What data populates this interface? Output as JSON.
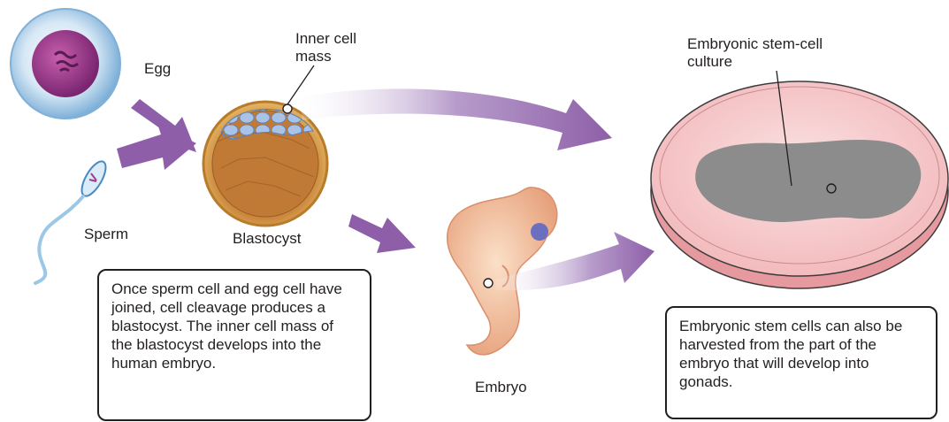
{
  "labels": {
    "egg": "Egg",
    "sperm": "Sperm",
    "blastocyst": "Blastocyst",
    "inner_cell_mass": "Inner cell\nmass",
    "embryo": "Embryo",
    "culture": "Embryonic stem-cell\nculture"
  },
  "callouts": {
    "left": "Once sperm cell and egg cell have joined, cell cleavage produces a blastocyst. The inner cell mass of the blastocyst develops into the human embryo.",
    "right": "Embryonic stem cells can also be harvested from the part of the embryo that will develop into gonads."
  },
  "colors": {
    "arrow_purple": "#8e5fa8",
    "egg_outer": "#9ec4e4",
    "egg_nucleus": "#a13d8f",
    "blastocyst_shell": "#d9a64a",
    "inner_cell_mass": "#8fb0d8",
    "embryo_skin": "#f3c9a6",
    "dish_pink": "#f4c0c3",
    "culture_gray": "#8c8c8c"
  }
}
